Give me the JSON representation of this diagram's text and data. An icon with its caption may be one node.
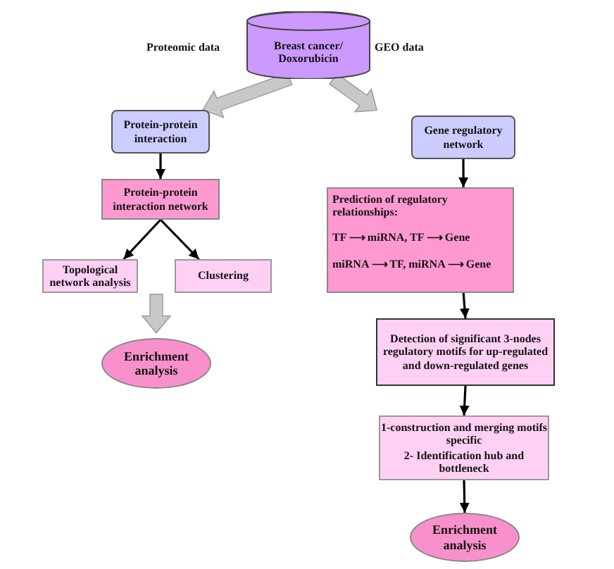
{
  "diagram": {
    "nodes": [
      {
        "text": [
          "Breast cancer/ Doxorubicin"
        ]
      },
      {
        "text": [
          "Protein-protein interaction"
        ]
      },
      {
        "text": [
          "Gene regulatory network"
        ]
      },
      {
        "text": [
          "Protein-protein interaction network"
        ]
      },
      {
        "text": [
          "Topological network analysis"
        ]
      },
      {
        "text": [
          "Clustering"
        ]
      },
      {
        "text": [
          "Enrichment analysis"
        ]
      },
      {
        "text": [
          "Prediction of regulatory relationships:",
          "TF ⟶ miRNA, TF ⟶ Gene",
          "miRNA ⟶ TF, miRNA ⟶ Gene"
        ]
      },
      {
        "text": [
          "Detection of significant 3-nodes regulatory motifs for up-regulated and down-regulated genes"
        ]
      },
      {
        "text": [
          "1-construction and merging motifs specific",
          "2- Identification hub and bottleneck"
        ]
      },
      {
        "text": [
          "Enrichment analysis"
        ]
      }
    ],
    "edges": [
      {
        "from": 0,
        "to": 1,
        "arrow": "to",
        "style": "thick",
        "color": "#c8c8c8"
      },
      {
        "from": 0,
        "to": 2,
        "arrow": "to",
        "style": "thick",
        "color": "#c8c8c8"
      },
      {
        "from": 1,
        "to": 3,
        "arrow": "to"
      },
      {
        "from": 3,
        "to": 4,
        "arrow": "to"
      },
      {
        "from": 3,
        "to": 5,
        "arrow": "to"
      },
      {
        "from": null,
        "to": 6,
        "arrow": "to",
        "style": "thick",
        "color": "#c8c8c8"
      },
      {
        "from": 2,
        "to": 7,
        "arrow": "to"
      },
      {
        "from": 7,
        "to": 8,
        "arrow": "to"
      },
      {
        "from": 8,
        "to": 9,
        "arrow": "to"
      },
      {
        "from": 9,
        "to": 10,
        "arrow": "to"
      }
    ],
    "labels": [
      "Proteomic data",
      "GEO data"
    ]
  }
}
